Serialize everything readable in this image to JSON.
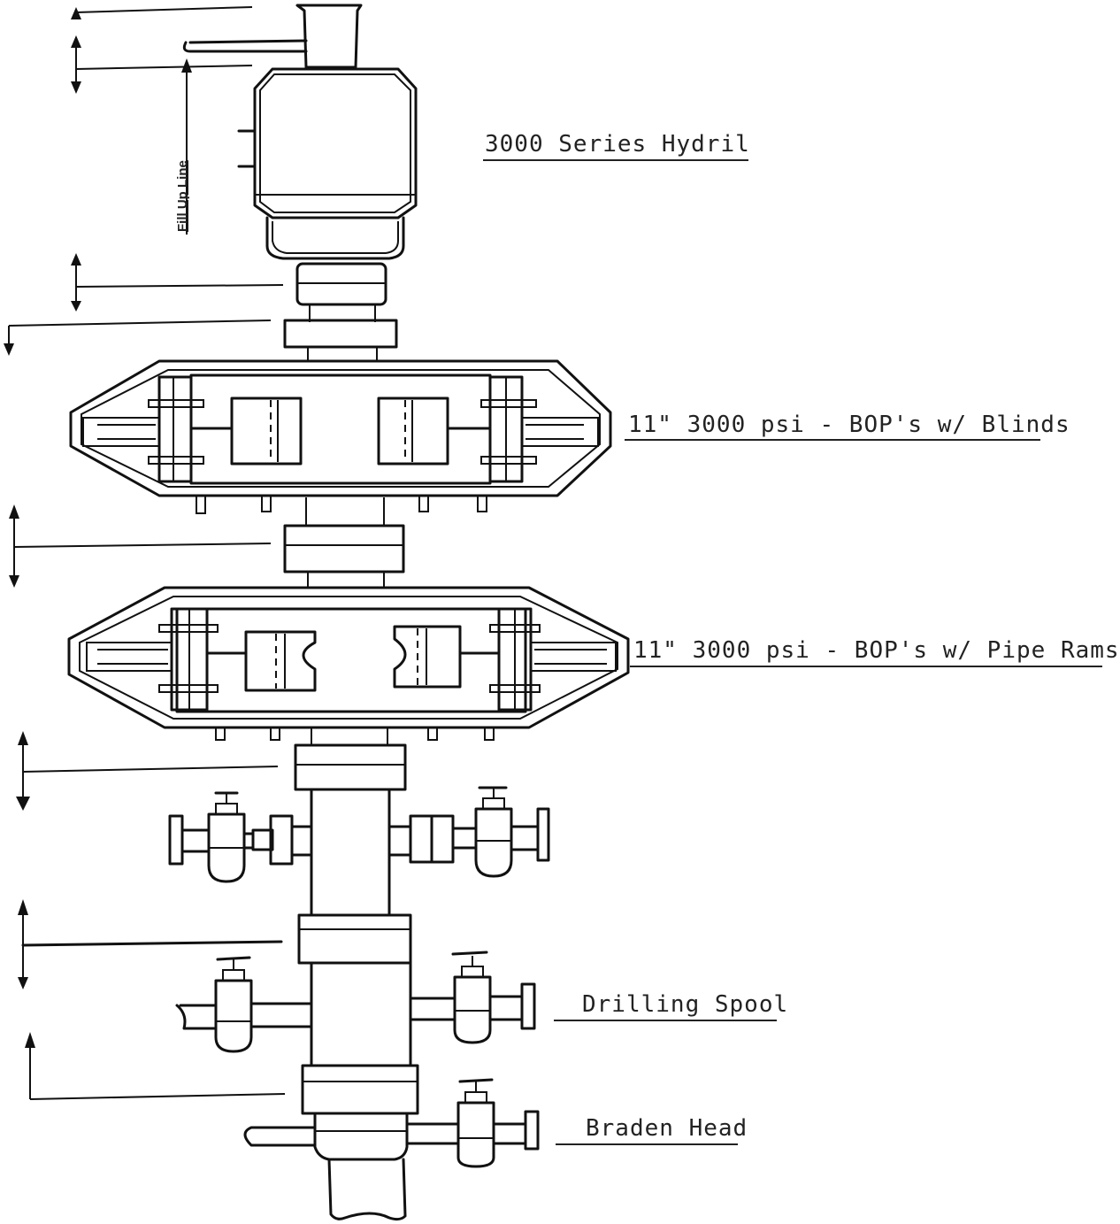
{
  "labels": {
    "hydril": "3000 Series Hydril",
    "bop_blinds": "11\" 3000 psi - BOP's w/ Blinds",
    "bop_pipe_rams": "11\" 3000 psi - BOP's w/ Pipe Rams",
    "drilling_spool": "Drilling Spool",
    "braden_head": "Braden Head",
    "fill_up_line": "Fill Up Line"
  }
}
